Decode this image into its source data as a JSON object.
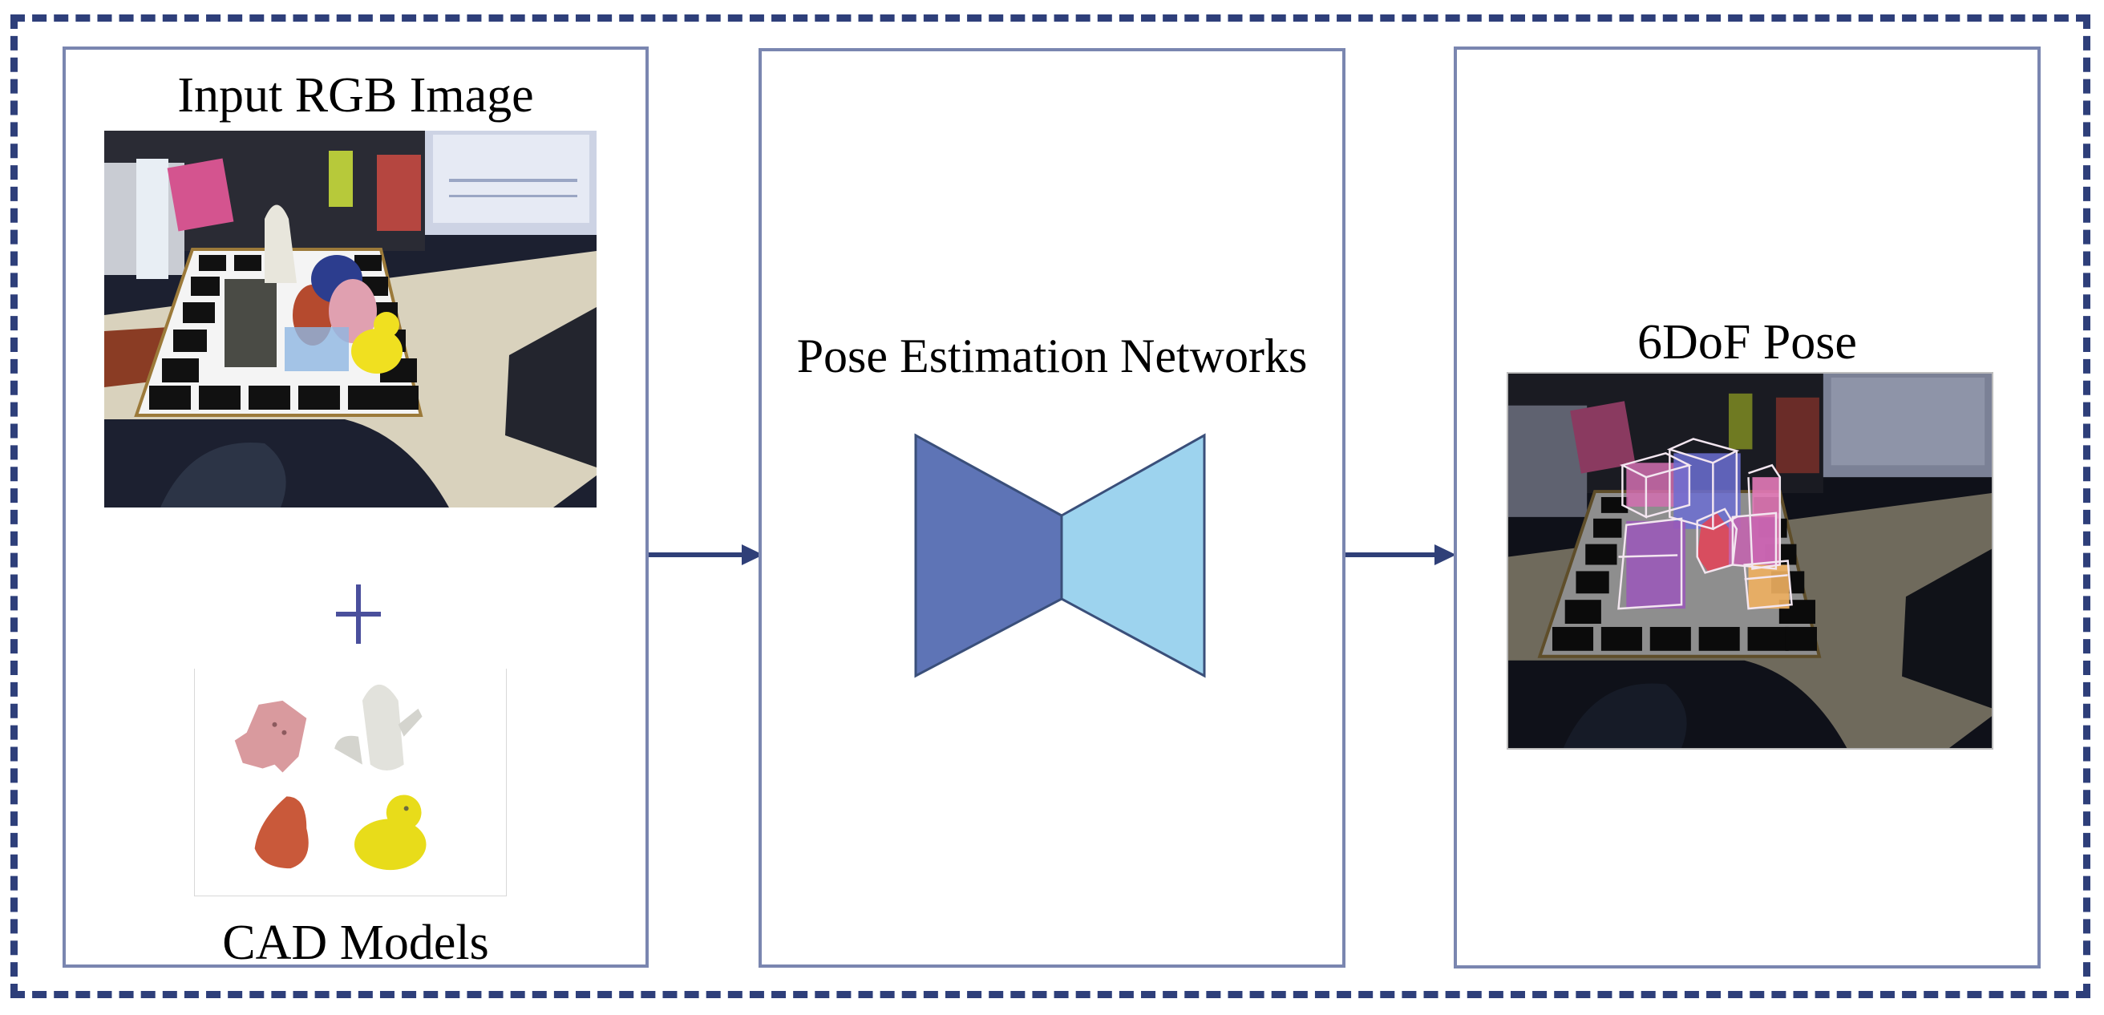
{
  "figure": {
    "type": "pipeline-diagram",
    "colors": {
      "frame_dashed": "#2e3f7a",
      "panel_border": "#7a86b0",
      "arrow": "#2f3f78",
      "plus": "#4a4f9c",
      "encoder_fill": "#5e74b6",
      "decoder_fill": "#9dd3ee",
      "network_stroke": "#3a4f7a"
    }
  },
  "input_panel": {
    "title": "Input RGB Image",
    "image_label": "cluttered-desk-scene-photo",
    "plus_symbol": "+",
    "cad_label": "CAD Models",
    "cad_models": [
      "cat",
      "watering-can",
      "ape",
      "duck"
    ]
  },
  "network_panel": {
    "title": "Pose Estimation Networks",
    "icon": "encoder-decoder-bowtie-icon"
  },
  "output_panel": {
    "title": "6DoF Pose",
    "image_label": "scene-with-3d-bounding-boxes-overlay"
  },
  "connections": [
    {
      "from": "input_panel",
      "to": "network_panel",
      "icon": "arrow-right-icon"
    },
    {
      "from": "network_panel",
      "to": "output_panel",
      "icon": "arrow-right-icon"
    }
  ]
}
